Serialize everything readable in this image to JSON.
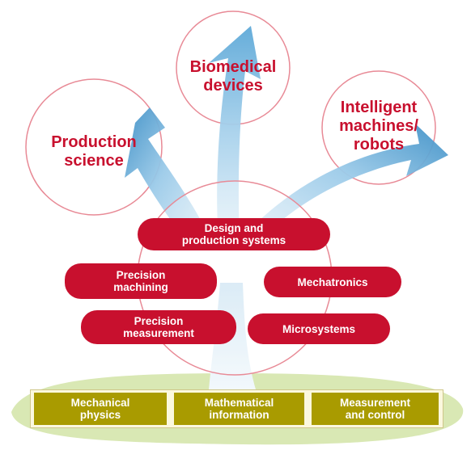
{
  "goals": [
    {
      "label": "Production\nscience"
    },
    {
      "label": "Biomedical\ndevices"
    },
    {
      "label": "Intelligent\nmachines/\nrobots"
    }
  ],
  "fields": [
    {
      "label": "Design and\nproduction systems"
    },
    {
      "label": "Precision\nmachining"
    },
    {
      "label": "Mechatronics"
    },
    {
      "label": "Precision\nmeasurement"
    },
    {
      "label": "Microsystems"
    }
  ],
  "foundations": [
    {
      "label": "Mechanical\nphysics"
    },
    {
      "label": "Mathematical\ninformation"
    },
    {
      "label": "Measurement\nand control"
    }
  ],
  "colors": {
    "accent_red": "#c8102e",
    "circle_outline": "#e88a96",
    "arrow_blue": "#3d8fc6",
    "arrow_light": "#c6e2f2",
    "foundation_olive": "#a99b00",
    "ground_green": "#d9e8b4"
  }
}
